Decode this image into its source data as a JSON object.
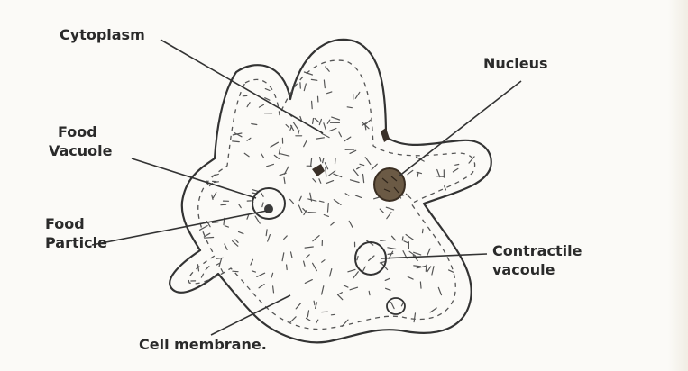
{
  "labels": {
    "cytoplasm": "Cytoplasm",
    "nucleus": "Nucleus",
    "food_vacuole": [
      "Food",
      "Vacuole"
    ],
    "food_particle": [
      "Food",
      "Particle"
    ],
    "contractile_vacuole": [
      "Contractile",
      "vacoule"
    ],
    "cell_membrane": "Cell membrane."
  },
  "colors": {
    "ink": "#2a2a2a",
    "nucleus_fill": "#6b5a45",
    "background": "#fbfaf7"
  }
}
